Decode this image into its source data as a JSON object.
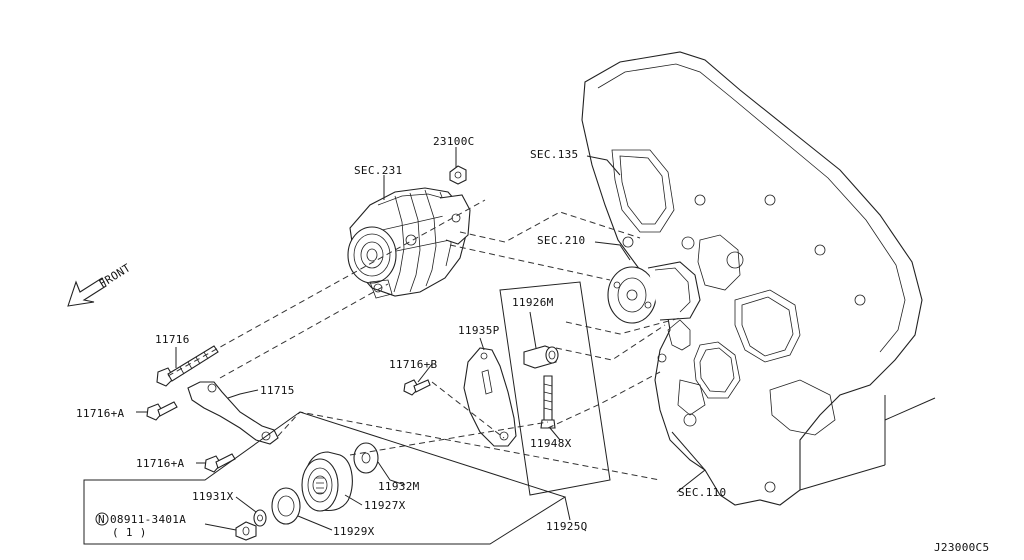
{
  "diagram_code": "J23000C5",
  "front_label": "FRONT",
  "callouts": {
    "sec231": "SEC.231",
    "p23100c": "23100C",
    "sec135": "SEC.135",
    "sec210": "SEC.210",
    "sec110": "SEC.110",
    "p11716": "11716",
    "p11715": "11715",
    "p11716a_1": "11716+A",
    "p11716a_2": "11716+A",
    "p11716b": "11716+B",
    "p11935p": "11935P",
    "p11926m": "11926M",
    "p11948x": "11948X",
    "p11932m": "11932M",
    "p11927x": "11927X",
    "p11931x": "11931X",
    "p11929x": "11929X",
    "p11925q": "11925Q",
    "nut_part": "08911-3401A",
    "nut_qty": "( 1 )",
    "nut_prefix": "N"
  }
}
